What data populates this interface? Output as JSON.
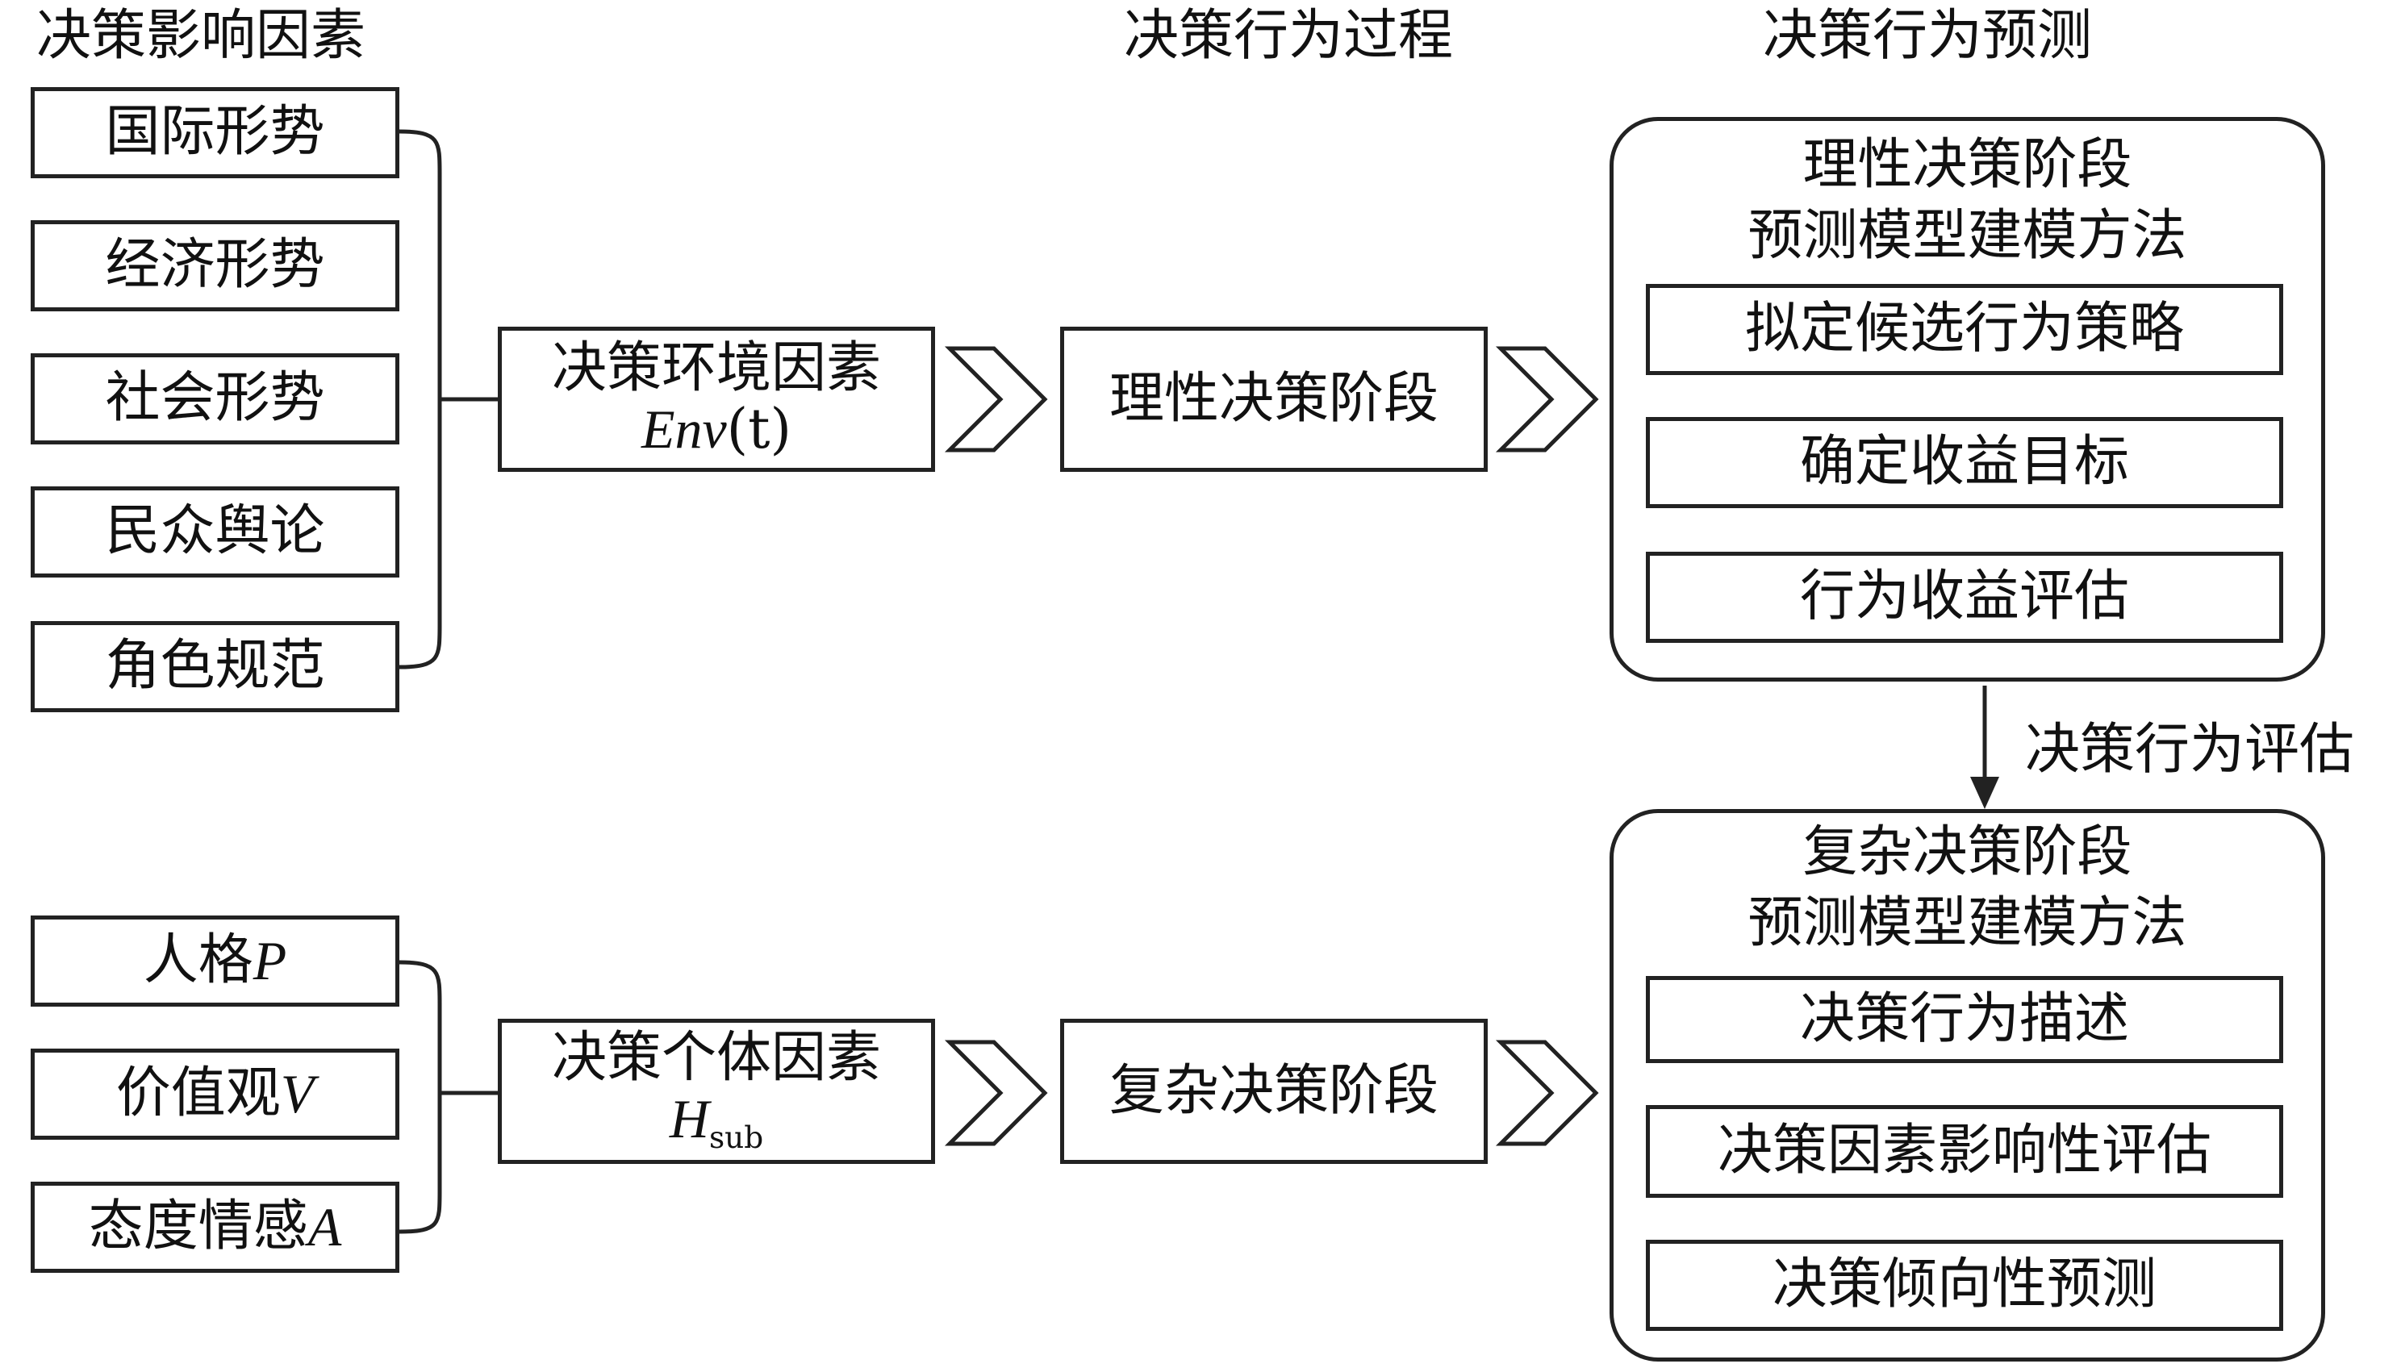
{
  "headers": {
    "influence": "决策影响因素",
    "process": "决策行为过程",
    "prediction": "决策行为预测"
  },
  "env_factors": [
    "国际形势",
    "经济形势",
    "社会形势",
    "民众舆论",
    "角色规范"
  ],
  "env_box": {
    "title": "决策环境因素",
    "var": "Env",
    "var_arg": "(t)"
  },
  "indiv_factors": [
    {
      "text": "人格",
      "var": "P"
    },
    {
      "text": "价值观",
      "var": "V"
    },
    {
      "text": "态度情感",
      "var": "A"
    }
  ],
  "indiv_box": {
    "title": "决策个体因素",
    "var": "H",
    "var_sub": "sub"
  },
  "stages": {
    "rational": "理性决策阶段",
    "complex": "复杂决策阶段"
  },
  "rational_panel": {
    "title1": "理性决策阶段",
    "title2": "预测模型建模方法",
    "steps": [
      "拟定候选行为策略",
      "确定收益目标",
      "行为收益评估"
    ]
  },
  "complex_panel": {
    "title1": "复杂决策阶段",
    "title2": "预测模型建模方法",
    "steps": [
      "决策行为描述",
      "决策因素影响性评估",
      "决策倾向性预测"
    ]
  },
  "link_label": "决策行为评估"
}
